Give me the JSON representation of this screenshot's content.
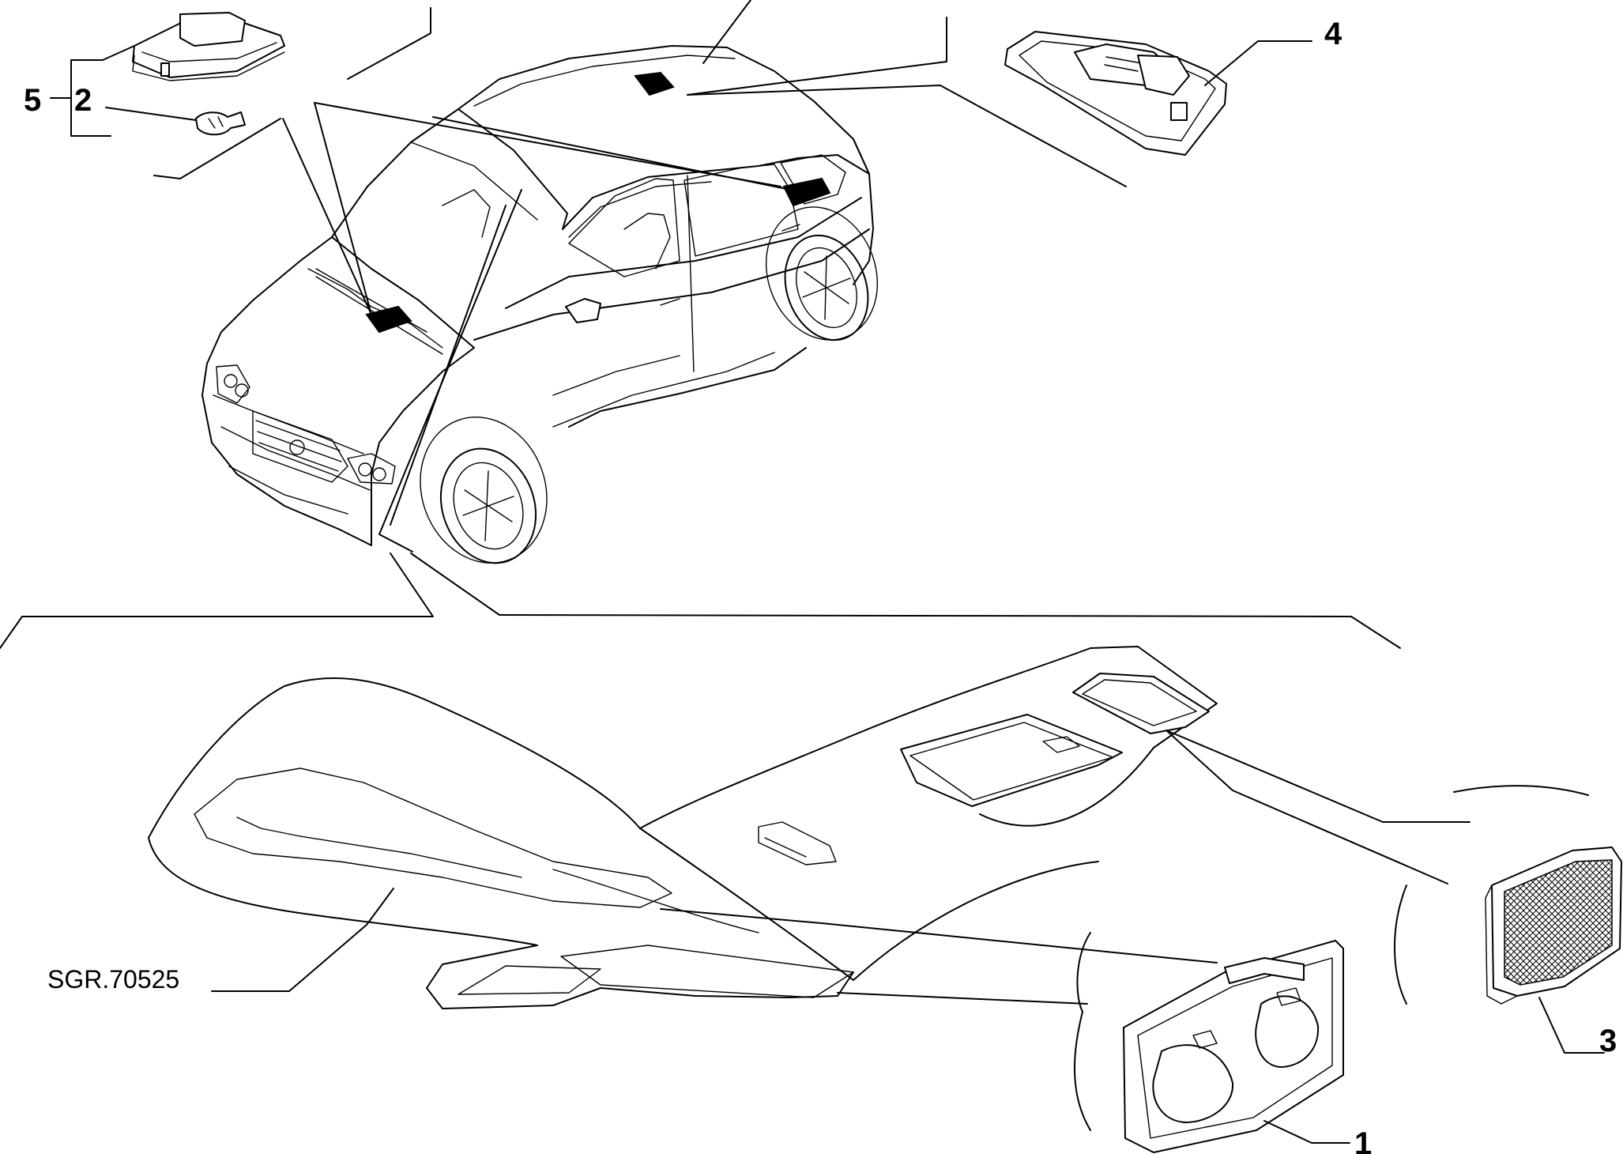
{
  "diagram": {
    "reference_code": "SGR.70525",
    "callouts": [
      {
        "id": "1",
        "label": "1"
      },
      {
        "id": "2",
        "label": "2"
      },
      {
        "id": "3",
        "label": "3"
      },
      {
        "id": "4",
        "label": "4"
      },
      {
        "id": "5",
        "label": "5"
      }
    ]
  }
}
